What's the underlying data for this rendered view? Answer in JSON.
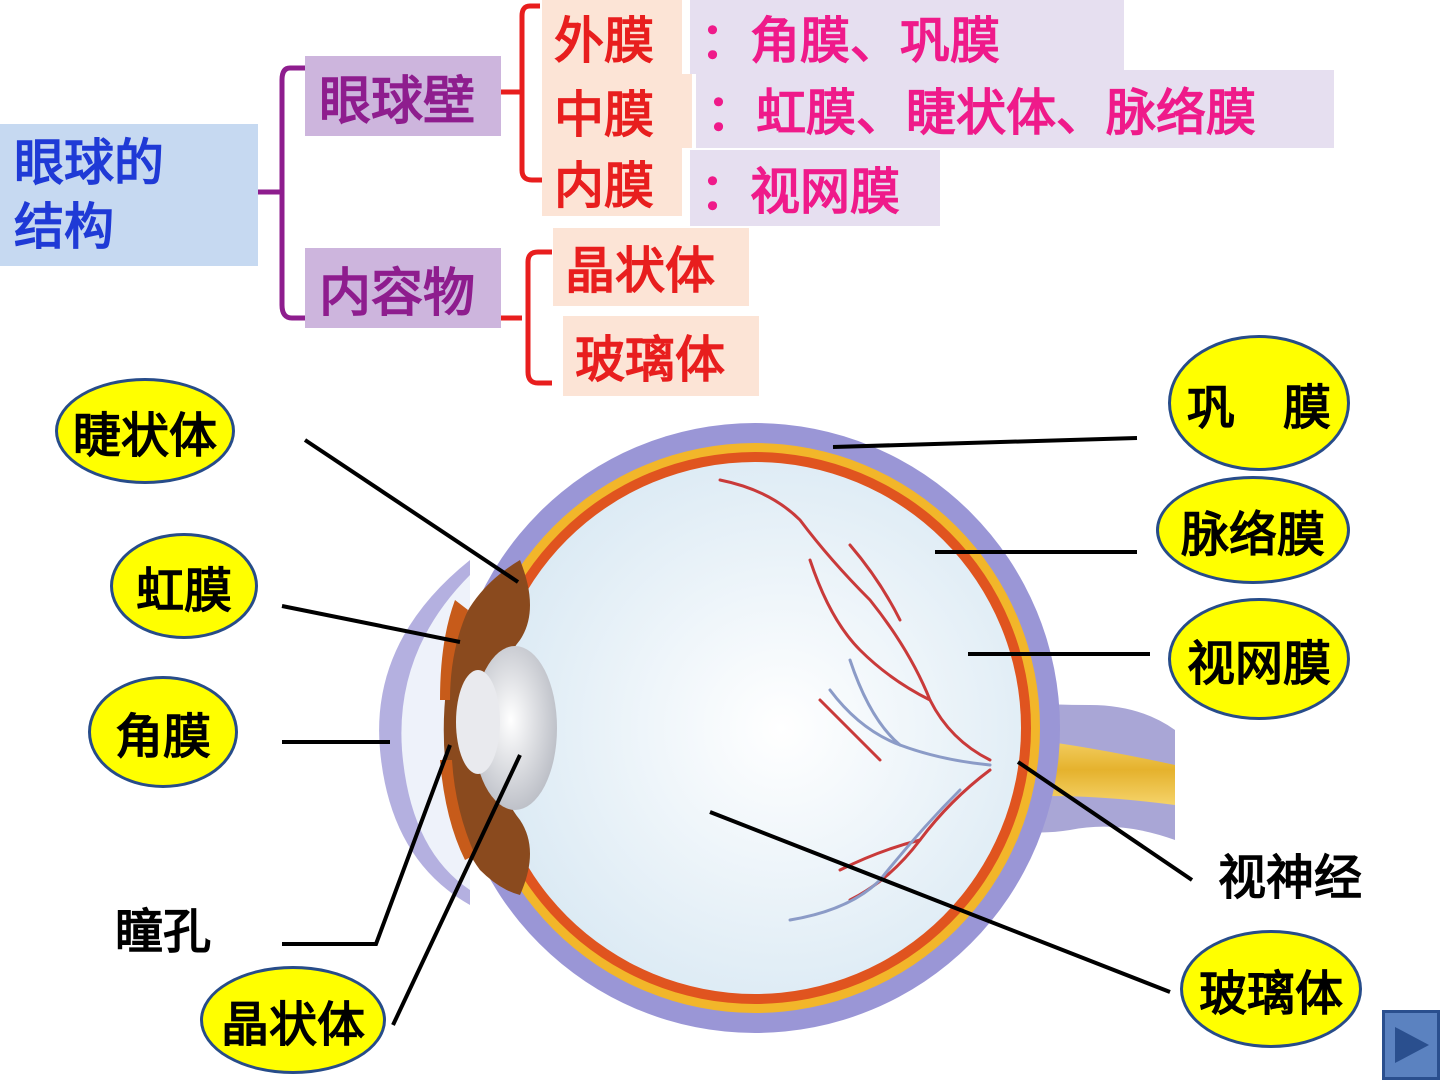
{
  "structure": {
    "title": "眼球的结构",
    "title_line1": "眼球的",
    "title_line2": "结构",
    "wall": {
      "label": "眼球壁",
      "layers": [
        {
          "name": "外膜",
          "detail": "：角膜、巩膜"
        },
        {
          "name": "中膜",
          "detail": "：虹膜、睫状体、脉络膜"
        },
        {
          "name": "内膜",
          "detail": "：视网膜"
        }
      ]
    },
    "contents": {
      "label": "内容物",
      "items": [
        "晶状体",
        "玻璃体"
      ]
    }
  },
  "diagram_labels": {
    "ciliary_body": "睫状体",
    "iris": "虹膜",
    "cornea": "角膜",
    "pupil": "瞳孔",
    "lens": "晶状体",
    "sclera": "巩　膜",
    "choroid": "脉络膜",
    "retina": "视网膜",
    "optic_nerve": "视神经",
    "vitreous_body": "玻璃体"
  },
  "colors": {
    "title_bg": "#c6d9f1",
    "title_text": "#1f3ad6",
    "wall_box_bg": "#cdb5dd",
    "wall_text": "#8e1d8e",
    "layer_bg": "#fce4d6",
    "layer_text": "#e81e1e",
    "detail_bg": "#e6dff0",
    "detail_text": "#ef1a8a",
    "label_fill": "#ffff00",
    "label_border": "#274c89"
  },
  "nav": {
    "icon": "play-next-icon"
  }
}
